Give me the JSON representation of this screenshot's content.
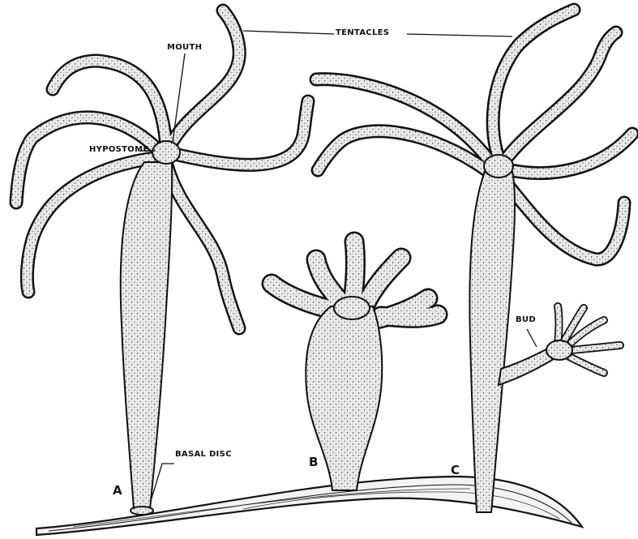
{
  "labels": {
    "tentacles": "TENTACLES",
    "mouth": "MOUTH",
    "hypostome": "HYPOSTOME",
    "basal_disc": "BASAL DISC",
    "bud": "BUD",
    "specimen_a": "A",
    "specimen_b": "B",
    "specimen_c": "C"
  },
  "colors": {
    "ink": "#111111",
    "body_fill": "#e9e9e9",
    "background": "#ffffff"
  }
}
